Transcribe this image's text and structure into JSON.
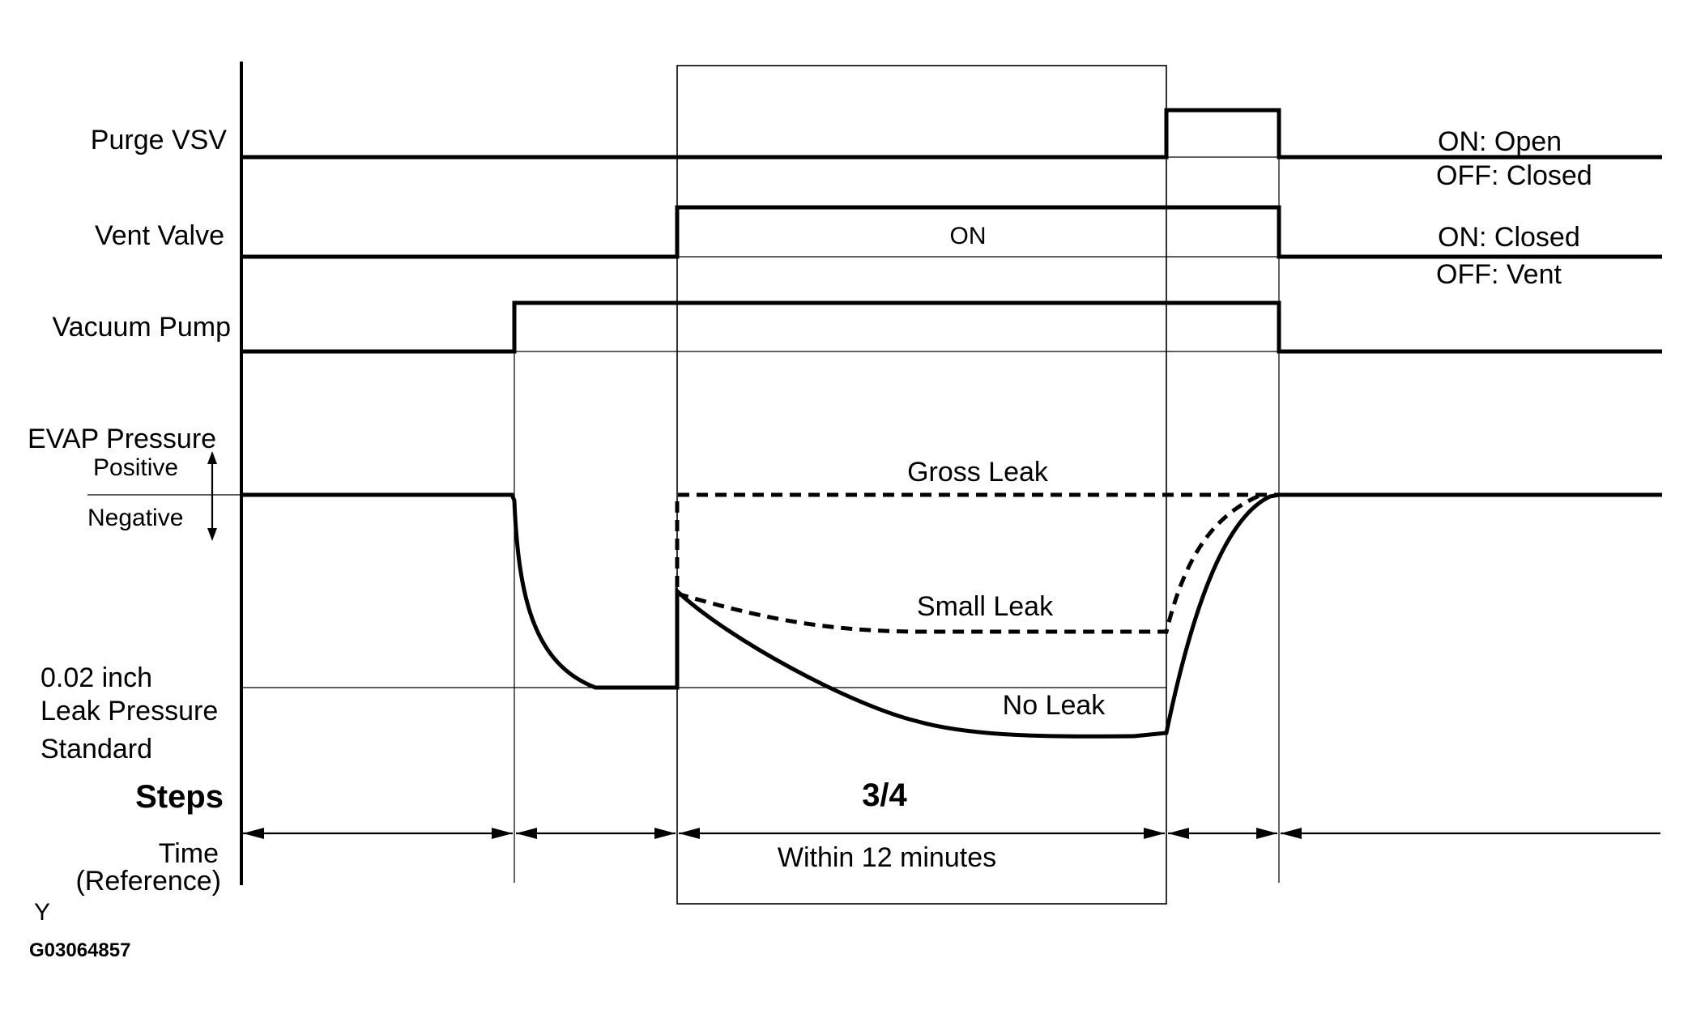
{
  "signals": {
    "purge_vsv": "Purge VSV",
    "vent_valve": "Vent Valve",
    "vacuum_pump": "Vacuum Pump",
    "evap_pressure": "EVAP Pressure",
    "positive": "Positive",
    "negative": "Negative"
  },
  "standard": {
    "line1": "0.02 inch",
    "line2": "Leak Pressure",
    "line3": "Standard"
  },
  "states": {
    "purge_on": "ON: Open",
    "purge_off": "OFF: Closed",
    "vent_on": "ON: Closed",
    "vent_off": "OFF: Vent",
    "vent_on_marker": "ON"
  },
  "curves": {
    "gross_leak": "Gross Leak",
    "small_leak": "Small Leak",
    "no_leak": "No Leak"
  },
  "steps": {
    "label": "Steps",
    "step_value": "3/4"
  },
  "time": {
    "label_line1": "Time",
    "label_line2": "(Reference)",
    "within": "Within 12 minutes"
  },
  "footer": {
    "axis_mark": "Y",
    "figure_id": "G03064857"
  }
}
